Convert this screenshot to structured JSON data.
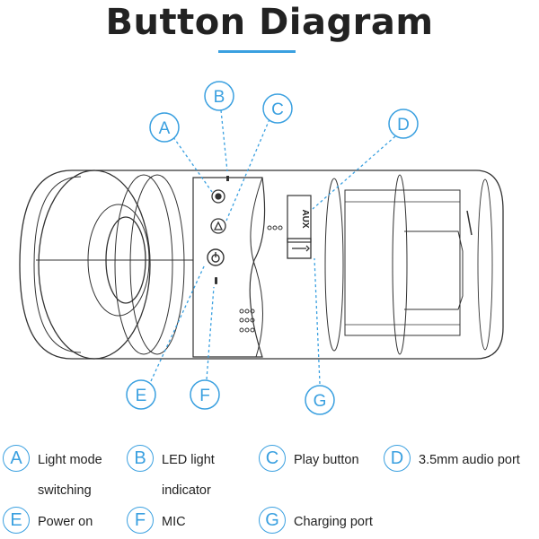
{
  "title": "Button Diagram",
  "diagram": {
    "callouts": [
      "A",
      "B",
      "C",
      "D",
      "E",
      "F",
      "G"
    ],
    "port_label": "AUX"
  },
  "legend": [
    {
      "letter": "A",
      "text_line1": "Light mode",
      "text_line2": "switching"
    },
    {
      "letter": "B",
      "text_line1": "LED light",
      "text_line2": "indicator"
    },
    {
      "letter": "C",
      "text_line1": "Play button",
      "text_line2": ""
    },
    {
      "letter": "D",
      "text_line1": "3.5mm audio port",
      "text_line2": ""
    },
    {
      "letter": "E",
      "text_line1": "Power on",
      "text_line2": ""
    },
    {
      "letter": "F",
      "text_line1": "MIC",
      "text_line2": ""
    },
    {
      "letter": "G",
      "text_line1": "Charging port",
      "text_line2": ""
    }
  ],
  "colors": {
    "accent": "#3aa0e0",
    "line": "#333333",
    "text": "#222222"
  }
}
